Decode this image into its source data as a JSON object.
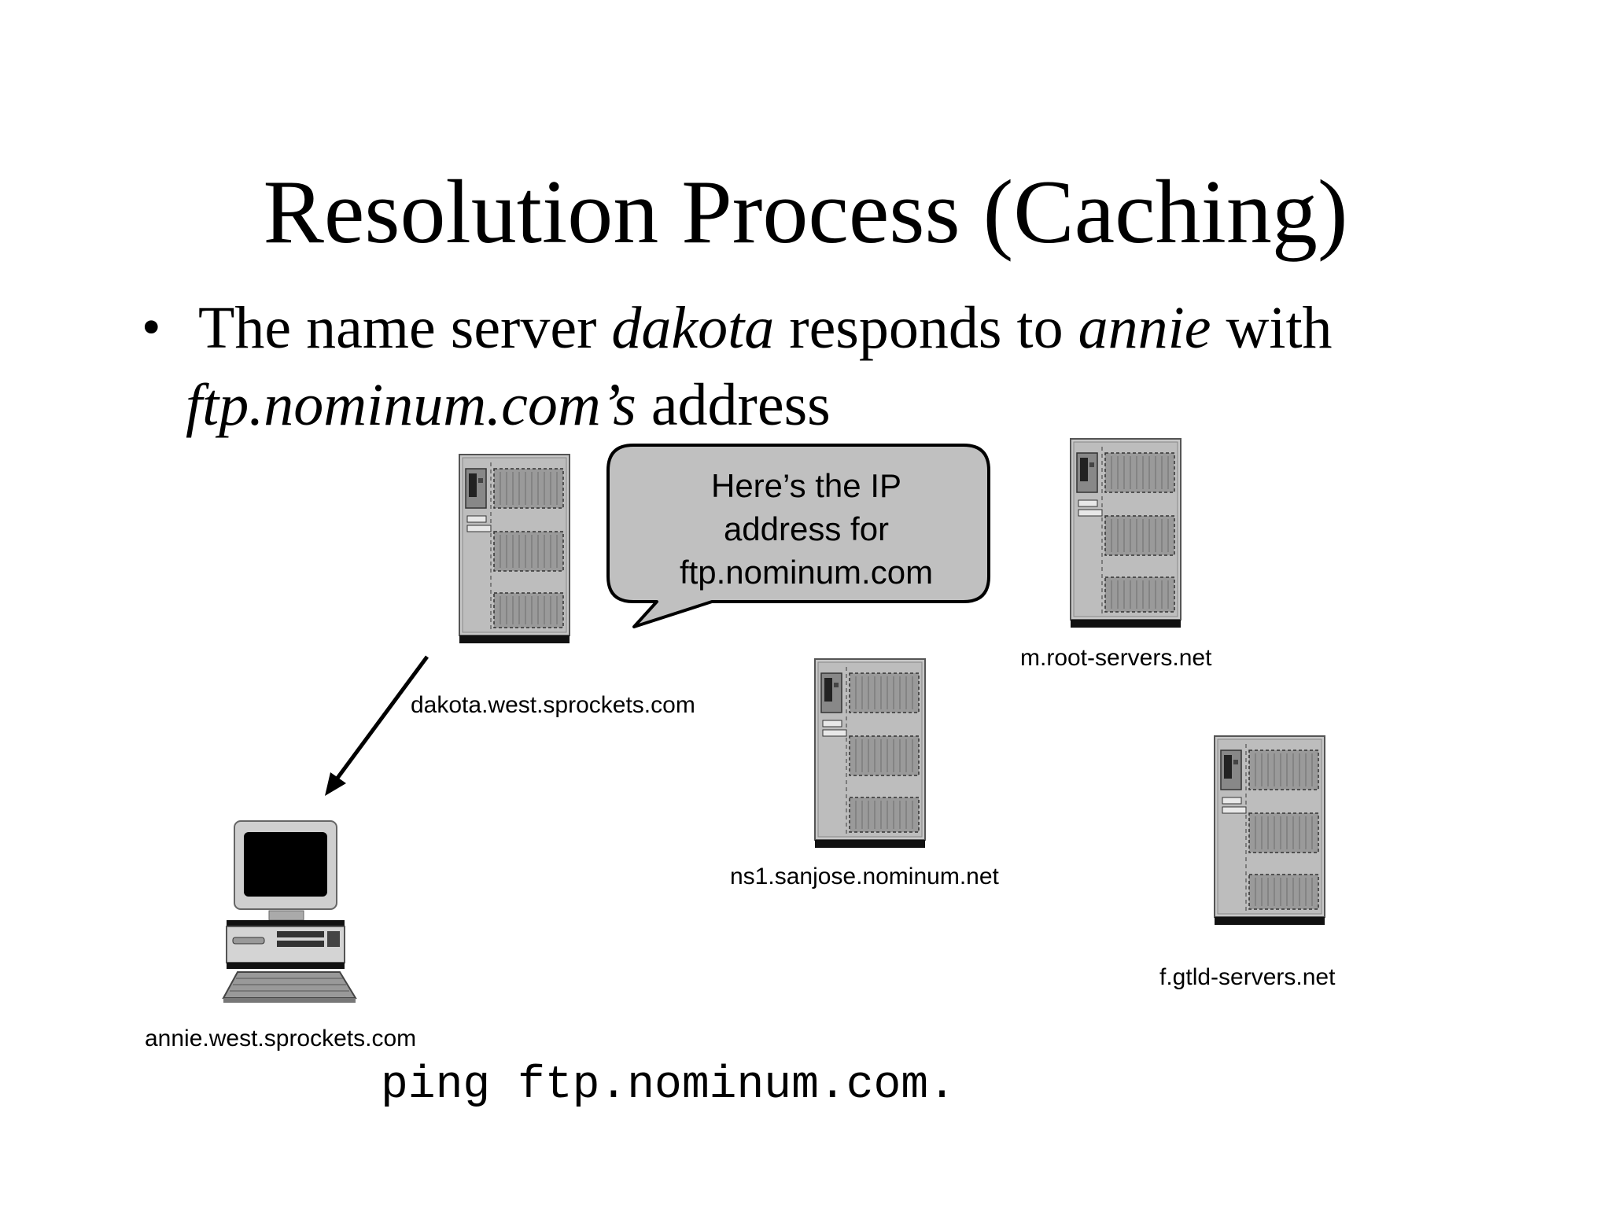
{
  "title": "Resolution Process (Caching)",
  "bullet": {
    "marker": "•",
    "part1": "The name server ",
    "italic1": "dakota",
    "part2": " responds to ",
    "italic2": "annie",
    "part3": " with",
    "italic3": "ftp.nominum.com’s",
    "part4": " address"
  },
  "speech_bubble": {
    "line1": "Here’s the IP",
    "line2": "address for",
    "line3": "ftp.nominum.com"
  },
  "hosts": {
    "dakota": "dakota.west.sprockets.com",
    "root": "m.root-servers.net",
    "ns1": "ns1.sanjose.nominum.net",
    "gtld": "f.gtld-servers.net",
    "annie": "annie.west.sprockets.com"
  },
  "command": "ping ftp.nominum.com."
}
